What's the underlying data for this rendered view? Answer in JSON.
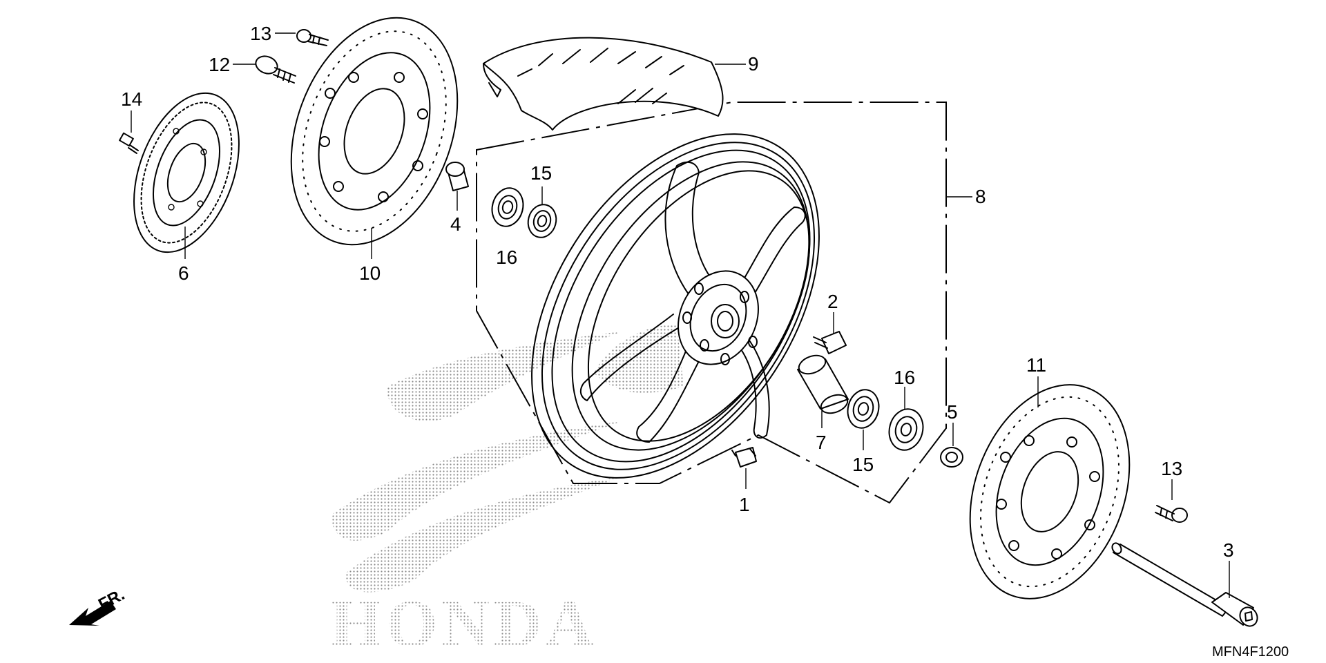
{
  "diagram": {
    "callouts": {
      "c1": "1",
      "c2": "2",
      "c3": "3",
      "c4": "4",
      "c5": "5",
      "c6": "6",
      "c7": "7",
      "c8": "8",
      "c9": "9",
      "c10": "10",
      "c11": "11",
      "c12": "12",
      "c13a": "13",
      "c13b": "13",
      "c14": "14",
      "c15a": "15",
      "c15b": "15",
      "c16a": "16",
      "c16b": "16"
    },
    "watermark": "HONDA",
    "direction_label": "FR.",
    "diagram_code": "MFN4F1200",
    "colors": {
      "ink": "#000000",
      "background": "#ffffff",
      "watermark": "#8a8a8a"
    }
  }
}
